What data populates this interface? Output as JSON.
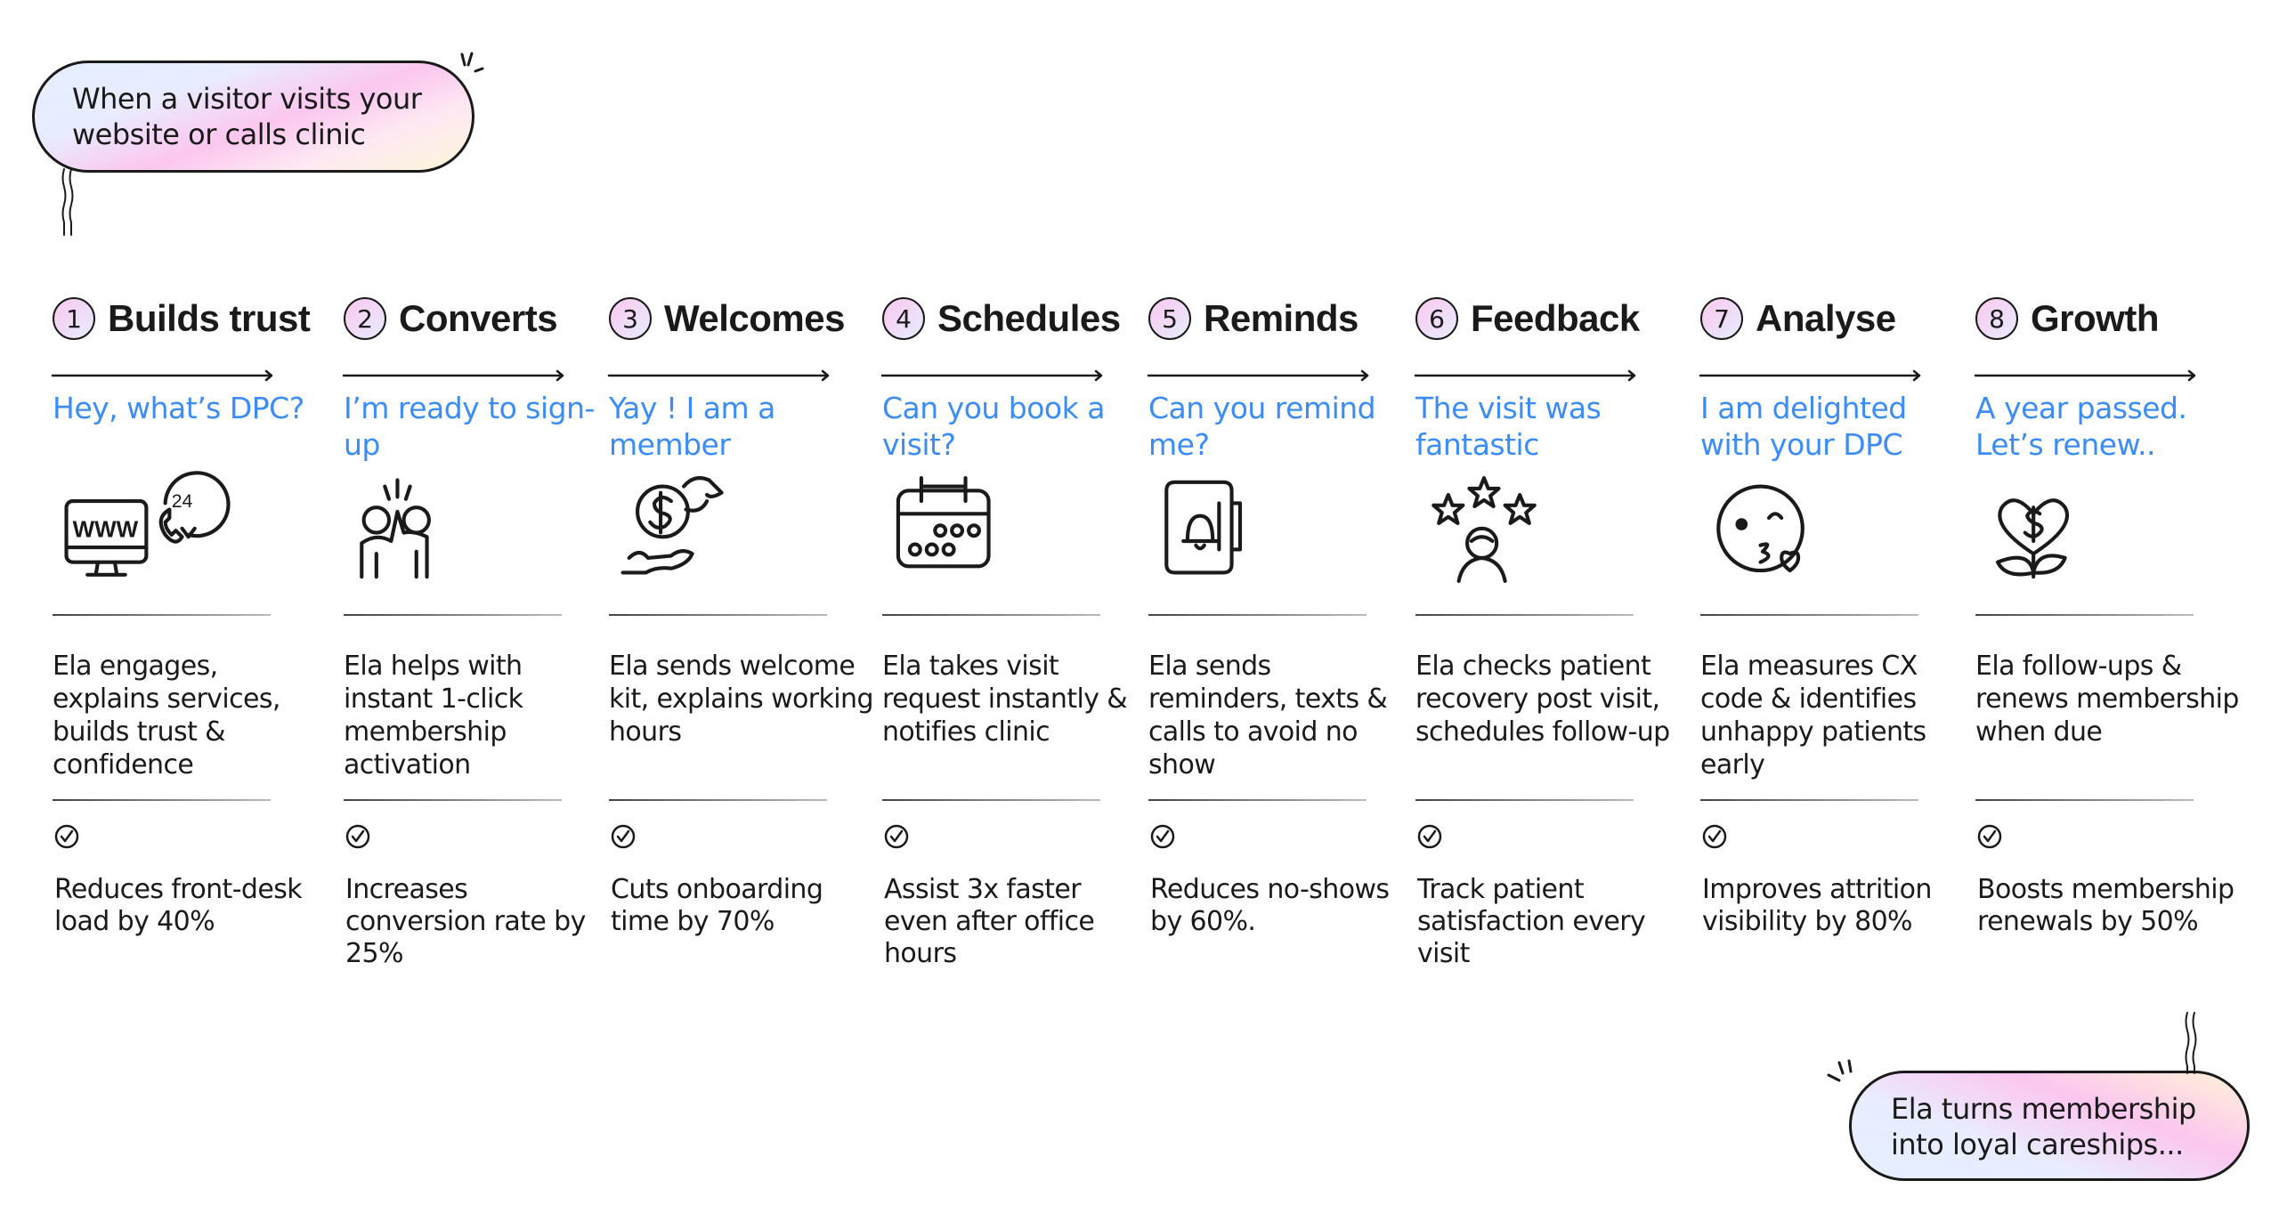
{
  "intro_bubble": {
    "text_line1": "When a visitor visits your",
    "text_line2": "website or calls clinic"
  },
  "outro_bubble": {
    "text_line1": "Ela turns membership",
    "text_line2": "into loyal careships..."
  },
  "steps": [
    {
      "number": "1",
      "title": "Builds trust",
      "question": "Hey, what’s DPC?",
      "icon": "website-and-24h-phone-icon",
      "description": "Ela engages, explains services, builds trust & confidence",
      "benefit": "Reduces front-desk load by 40%"
    },
    {
      "number": "2",
      "title": "Converts",
      "question": "I’m ready to sign-up",
      "icon": "high-five-icon",
      "description": "Ela helps with instant 1-click membership activation",
      "benefit": "Increases conversion rate by 25%"
    },
    {
      "number": "3",
      "title": "Welcomes",
      "question": "Yay ! I am a member",
      "icon": "money-hand-icon",
      "description": "Ela sends welcome kit, explains working hours",
      "benefit": "Cuts onboarding time by 70%"
    },
    {
      "number": "4",
      "title": "Schedules",
      "question": "Can you book a visit?",
      "icon": "calendar-icon",
      "description": "Ela takes visit request instantly & notifies clinic",
      "benefit": "Assist 3x faster even after office hours"
    },
    {
      "number": "5",
      "title": "Reminds",
      "question": "Can you remind me?",
      "icon": "bell-watch-icon",
      "description": "Ela sends reminders, texts & calls to avoid no show",
      "benefit": "Reduces no-shows by 60%."
    },
    {
      "number": "6",
      "title": "Feedback",
      "question": "The visit was fantastic",
      "icon": "stars-person-icon",
      "description": "Ela checks patient recovery post visit, schedules follow-up",
      "benefit": "Track patient satisfaction every visit"
    },
    {
      "number": "7",
      "title": "Analyse",
      "question": "I am delighted with your DPC",
      "icon": "kiss-face-icon",
      "description": "Ela measures CX code & identifies unhappy patients early",
      "benefit": "Improves attrition visibility by 80%"
    },
    {
      "number": "8",
      "title": "Growth",
      "question": "A year passed. Let’s renew..",
      "icon": "heart-money-plant-icon",
      "description": "Ela follow-ups & renews membership when due",
      "benefit": "Boosts membership renewals by 50%"
    }
  ],
  "colors": {
    "question": "#3b8cf6",
    "text": "#1a1a1a",
    "bubble_pink": "#fcc6ef",
    "bubble_blue": "#e4efff"
  }
}
